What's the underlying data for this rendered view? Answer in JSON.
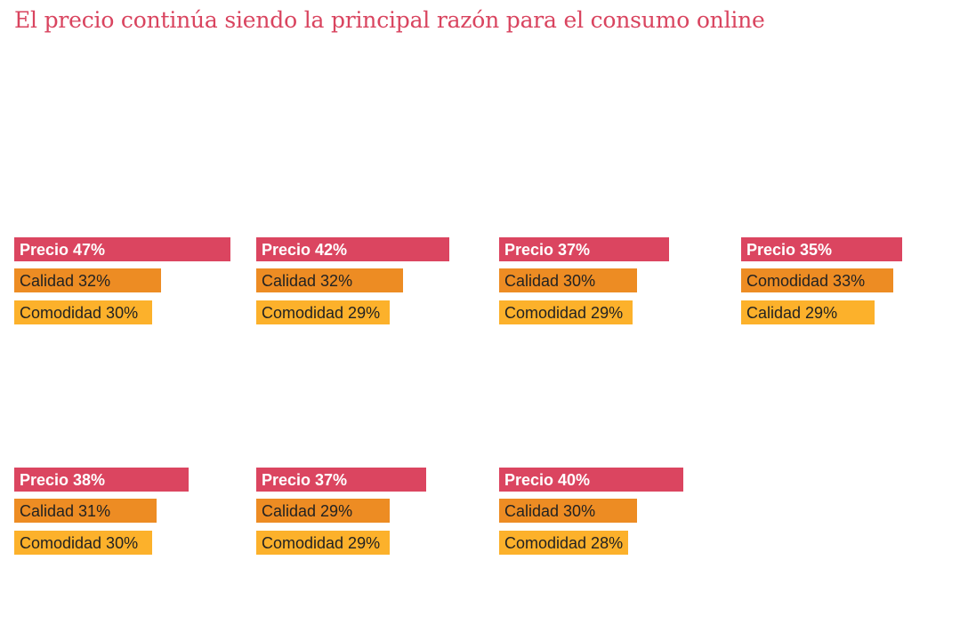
{
  "title": "El precio continúa siendo la principal razón para el consumo online",
  "chart_data": {
    "type": "bar",
    "title": "El precio continúa siendo la principal razón para el consumo online",
    "unit": "%",
    "colors": [
      "#db4560",
      "#ed8c23",
      "#fcb12b"
    ],
    "groups": [
      {
        "items": [
          {
            "label": "Precio",
            "value": 47
          },
          {
            "label": "Calidad",
            "value": 32
          },
          {
            "label": "Comodidad",
            "value": 30
          }
        ]
      },
      {
        "items": [
          {
            "label": "Precio",
            "value": 42
          },
          {
            "label": "Calidad",
            "value": 32
          },
          {
            "label": "Comodidad",
            "value": 29
          }
        ]
      },
      {
        "items": [
          {
            "label": "Precio",
            "value": 37
          },
          {
            "label": "Calidad",
            "value": 30
          },
          {
            "label": "Comodidad",
            "value": 29
          }
        ]
      },
      {
        "items": [
          {
            "label": "Precio",
            "value": 35
          },
          {
            "label": "Comodidad",
            "value": 33
          },
          {
            "label": "Calidad",
            "value": 29
          }
        ]
      },
      {
        "items": [
          {
            "label": "Precio",
            "value": 38
          },
          {
            "label": "Calidad",
            "value": 31
          },
          {
            "label": "Comodidad",
            "value": 30
          }
        ]
      },
      {
        "items": [
          {
            "label": "Precio",
            "value": 37
          },
          {
            "label": "Calidad",
            "value": 29
          },
          {
            "label": "Comodidad",
            "value": 29
          }
        ]
      },
      {
        "items": [
          {
            "label": "Precio",
            "value": 40
          },
          {
            "label": "Calidad",
            "value": 30
          },
          {
            "label": "Comodidad",
            "value": 28
          }
        ]
      }
    ]
  }
}
